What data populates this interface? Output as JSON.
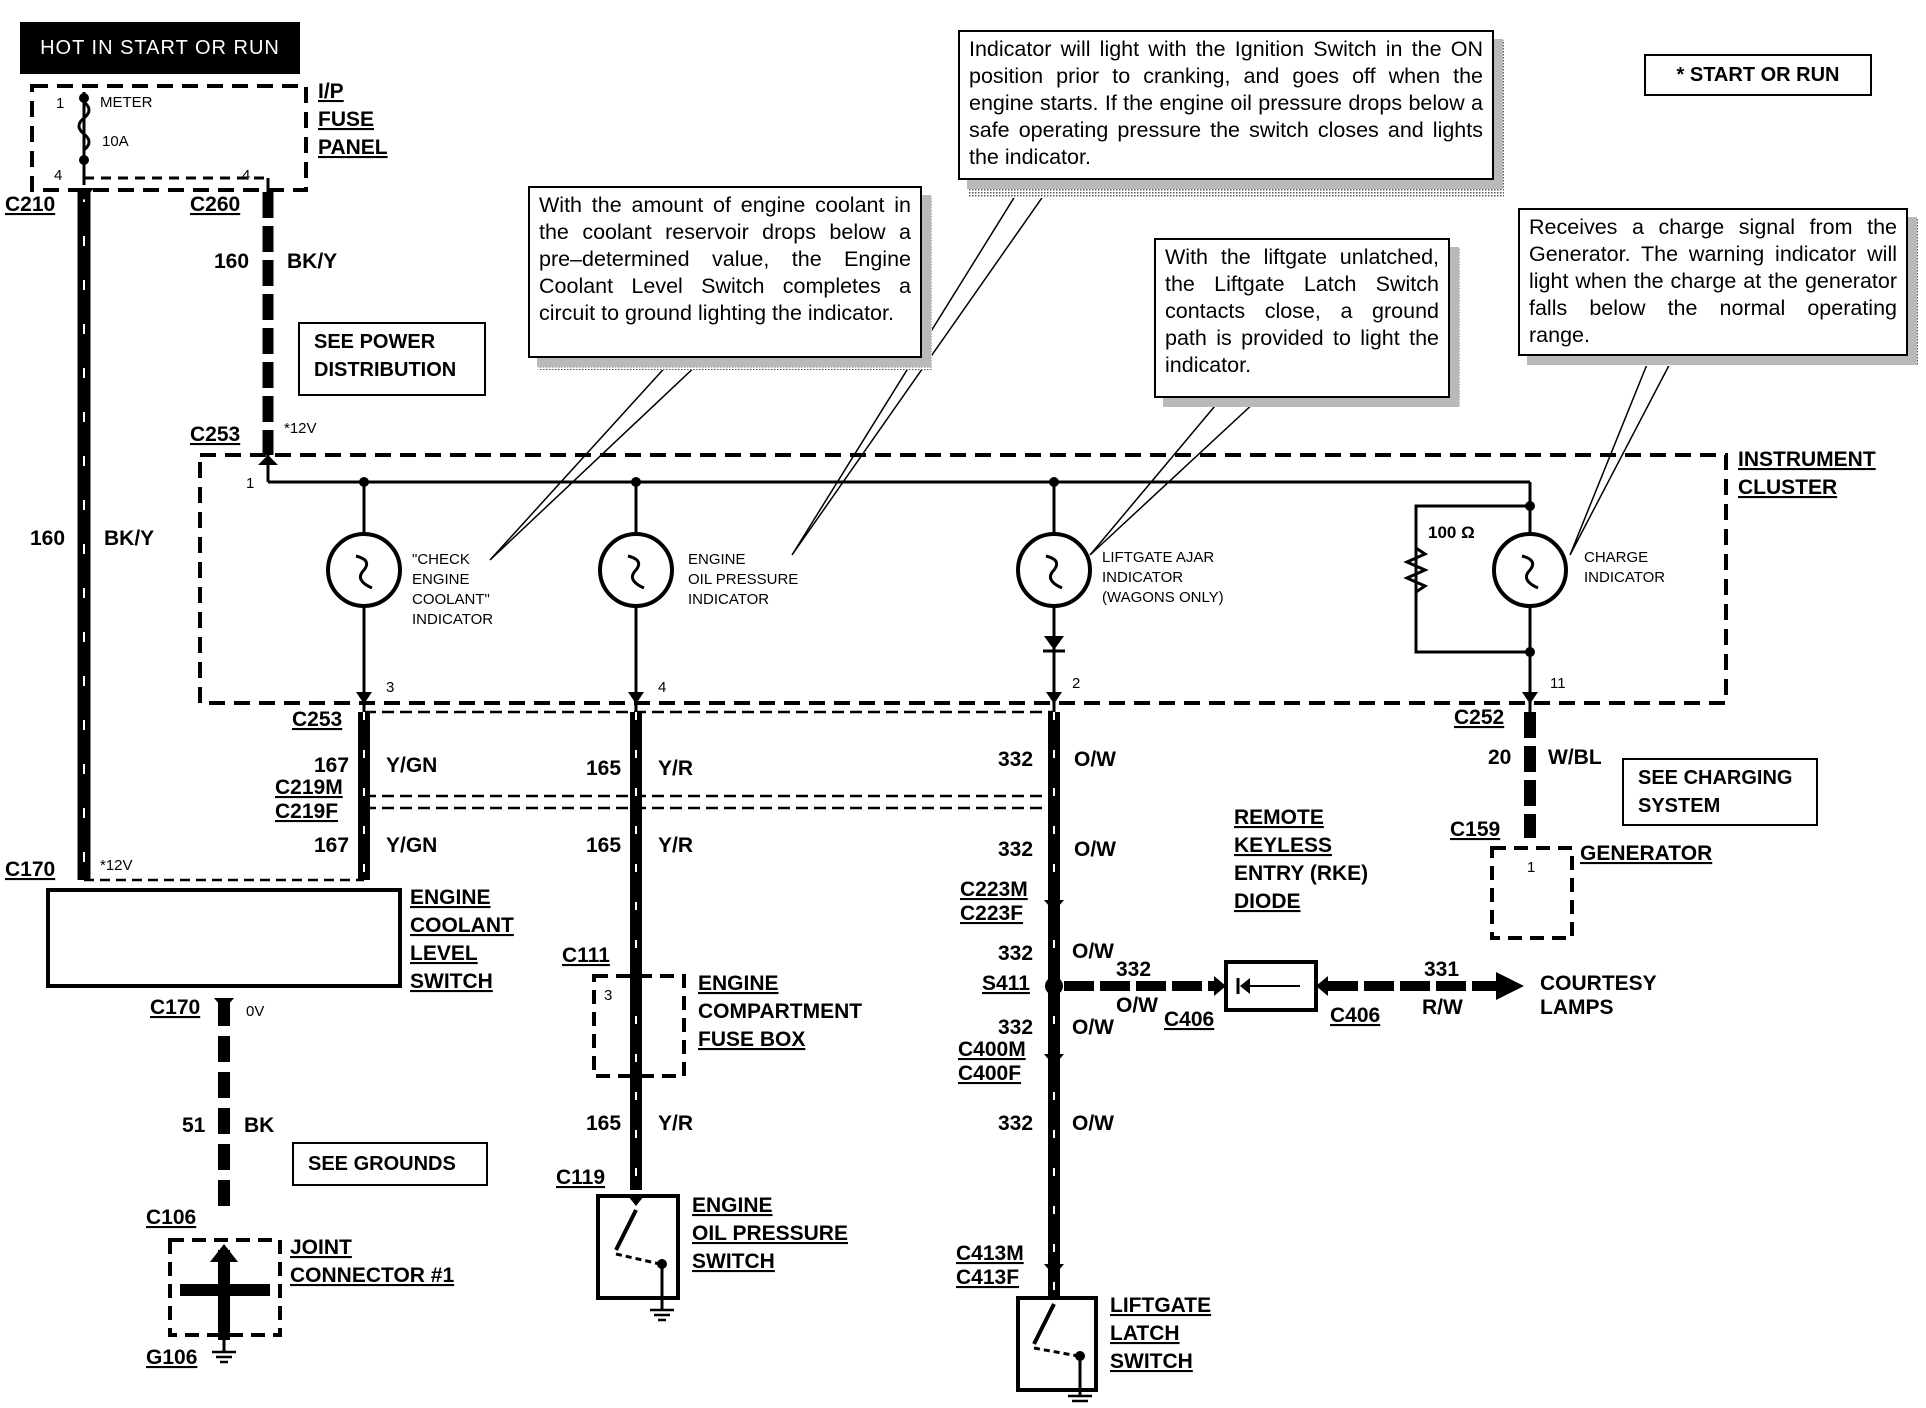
{
  "title": "HOT IN START OR RUN",
  "legend": "*  START OR RUN",
  "fuse_panel": {
    "label_lines": [
      "I/P",
      "FUSE",
      "PANEL"
    ],
    "meter": "METER",
    "amp": "10A",
    "pin_in": "1",
    "pin_out_left": "4",
    "pin_out_right": "4"
  },
  "notes": {
    "oil_pressure": "Indicator will light with the Ignition Switch in the ON position prior to cranking, and goes off when the engine starts.  If the engine oil pressure drops below a safe operating pressure the switch closes and lights the indicator.",
    "coolant": "With the amount of engine coolant in the coolant reservoir drops below a pre–determined value, the Engine Coolant Level Switch completes a circuit to ground lighting the indicator.",
    "liftgate": "With the liftgate unlatched, the Liftgate Latch Switch contacts close, a ground path is provided to light the indicator.",
    "charge": "Receives a charge signal from the Generator.  The warning indicator will light when the charge at the generator falls below the normal operating range."
  },
  "refs": {
    "power": [
      "SEE POWER",
      "DISTRIBUTION"
    ],
    "charging": [
      "SEE CHARGING",
      "SYSTEM"
    ],
    "grounds": "SEE GROUNDS"
  },
  "cluster": {
    "label_lines": [
      "INSTRUMENT",
      "CLUSTER"
    ],
    "pin_in": "1",
    "resistor": "100 Ω",
    "indicators": [
      {
        "lines": [
          "\"CHECK",
          "ENGINE",
          "COOLANT\"",
          "INDICATOR"
        ],
        "pin": "3"
      },
      {
        "lines": [
          "ENGINE",
          "OIL PRESSURE",
          "INDICATOR"
        ],
        "pin": "4"
      },
      {
        "lines": [
          "LIFTGATE AJAR",
          "INDICATOR",
          "(WAGONS ONLY)"
        ],
        "pin": "2"
      },
      {
        "lines": [
          "CHARGE",
          "INDICATOR"
        ],
        "pin": "11"
      }
    ]
  },
  "connectors": {
    "c210": "C210",
    "c260": "C260",
    "c253_top": "C253",
    "c253": "C253",
    "c219m": "C219M",
    "c219f": "C219F",
    "c170_top": "C170",
    "c170_bot": "C170",
    "c252": "C252",
    "c159": "C159",
    "c111": "C111",
    "c119": "C119",
    "c223m": "C223M",
    "c223f": "C223F",
    "s411": "S411",
    "c400m": "C400M",
    "c400f": "C400F",
    "c413m": "C413M",
    "c413f": "C413F",
    "c406a": "C406",
    "c406b": "C406",
    "c106": "C106",
    "g106": "G106"
  },
  "volt": {
    "v12a": "*12V",
    "v12b": "*12V",
    "v0": "0V"
  },
  "wires": {
    "w160a_num": "160",
    "w160a_col": "BK/Y",
    "w160b_num": "160",
    "w160b_col": "BK/Y",
    "w167a_num": "167",
    "w167a_col": "Y/GN",
    "w167b_num": "167",
    "w167b_col": "Y/GN",
    "w165a_num": "165",
    "w165a_col": "Y/R",
    "w165b_num": "165",
    "w165b_col": "Y/R",
    "w165c_num": "165",
    "w165c_col": "Y/R",
    "w332a_num": "332",
    "w332a_col": "O/W",
    "w332b_num": "332",
    "w332b_col": "O/W",
    "w332c_num": "332",
    "w332c_col": "O/W",
    "w332d_num": "332",
    "w332d_col": "O/W",
    "w332e_num": "332",
    "w332e_col": "O/W",
    "w332h_num": "332",
    "w332h_col": "O/W",
    "w331_num": "331",
    "w331_col": "R/W",
    "w20_num": "20",
    "w20_col": "W/BL",
    "w51_num": "51",
    "w51_col": "BK"
  },
  "components": {
    "coolant_switch": [
      "ENGINE",
      "COOLANT",
      "LEVEL",
      "SWITCH"
    ],
    "fuse_box": [
      "ENGINE",
      "COMPARTMENT",
      "FUSE BOX"
    ],
    "fuse_box_pin": "3",
    "oil_switch": [
      "ENGINE",
      "OIL PRESSURE",
      "SWITCH"
    ],
    "liftgate_switch": [
      "LIFTGATE",
      "LATCH",
      "SWITCH"
    ],
    "generator": "GENERATOR",
    "generator_pin": "1",
    "rke": [
      "REMOTE",
      "KEYLESS",
      "ENTRY (RKE)",
      "DIODE"
    ],
    "courtesy": [
      "COURTESY",
      "LAMPS"
    ],
    "joint": [
      "JOINT",
      "CONNECTOR #1"
    ]
  }
}
